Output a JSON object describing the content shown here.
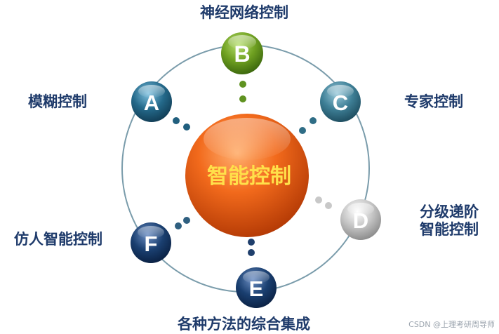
{
  "center": {
    "label": "智能控制"
  },
  "nodes": [
    {
      "letter": "B",
      "label": "神经网络控制"
    },
    {
      "letter": "A",
      "label": "模糊控制"
    },
    {
      "letter": "C",
      "label": "专家控制"
    },
    {
      "letter": "D",
      "label_line1": "分级递阶",
      "label_line2": "智能控制"
    },
    {
      "letter": "F",
      "label": "仿人智能控制"
    },
    {
      "letter": "E",
      "label": "各种方法的综合集成"
    }
  ],
  "colors": {
    "ring": "#7a9cab",
    "label_text": "#1f3b6b",
    "center_orange": "#e85a10",
    "center_text": "#ffe04a",
    "node_B": "#6fa021",
    "node_A": "#24698a",
    "node_C": "#3e7f96",
    "node_D": "#bfbfbf",
    "node_F": "#1a3f70",
    "node_E": "#1a3f70"
  },
  "watermark": "CSDN @上理考研周导师"
}
